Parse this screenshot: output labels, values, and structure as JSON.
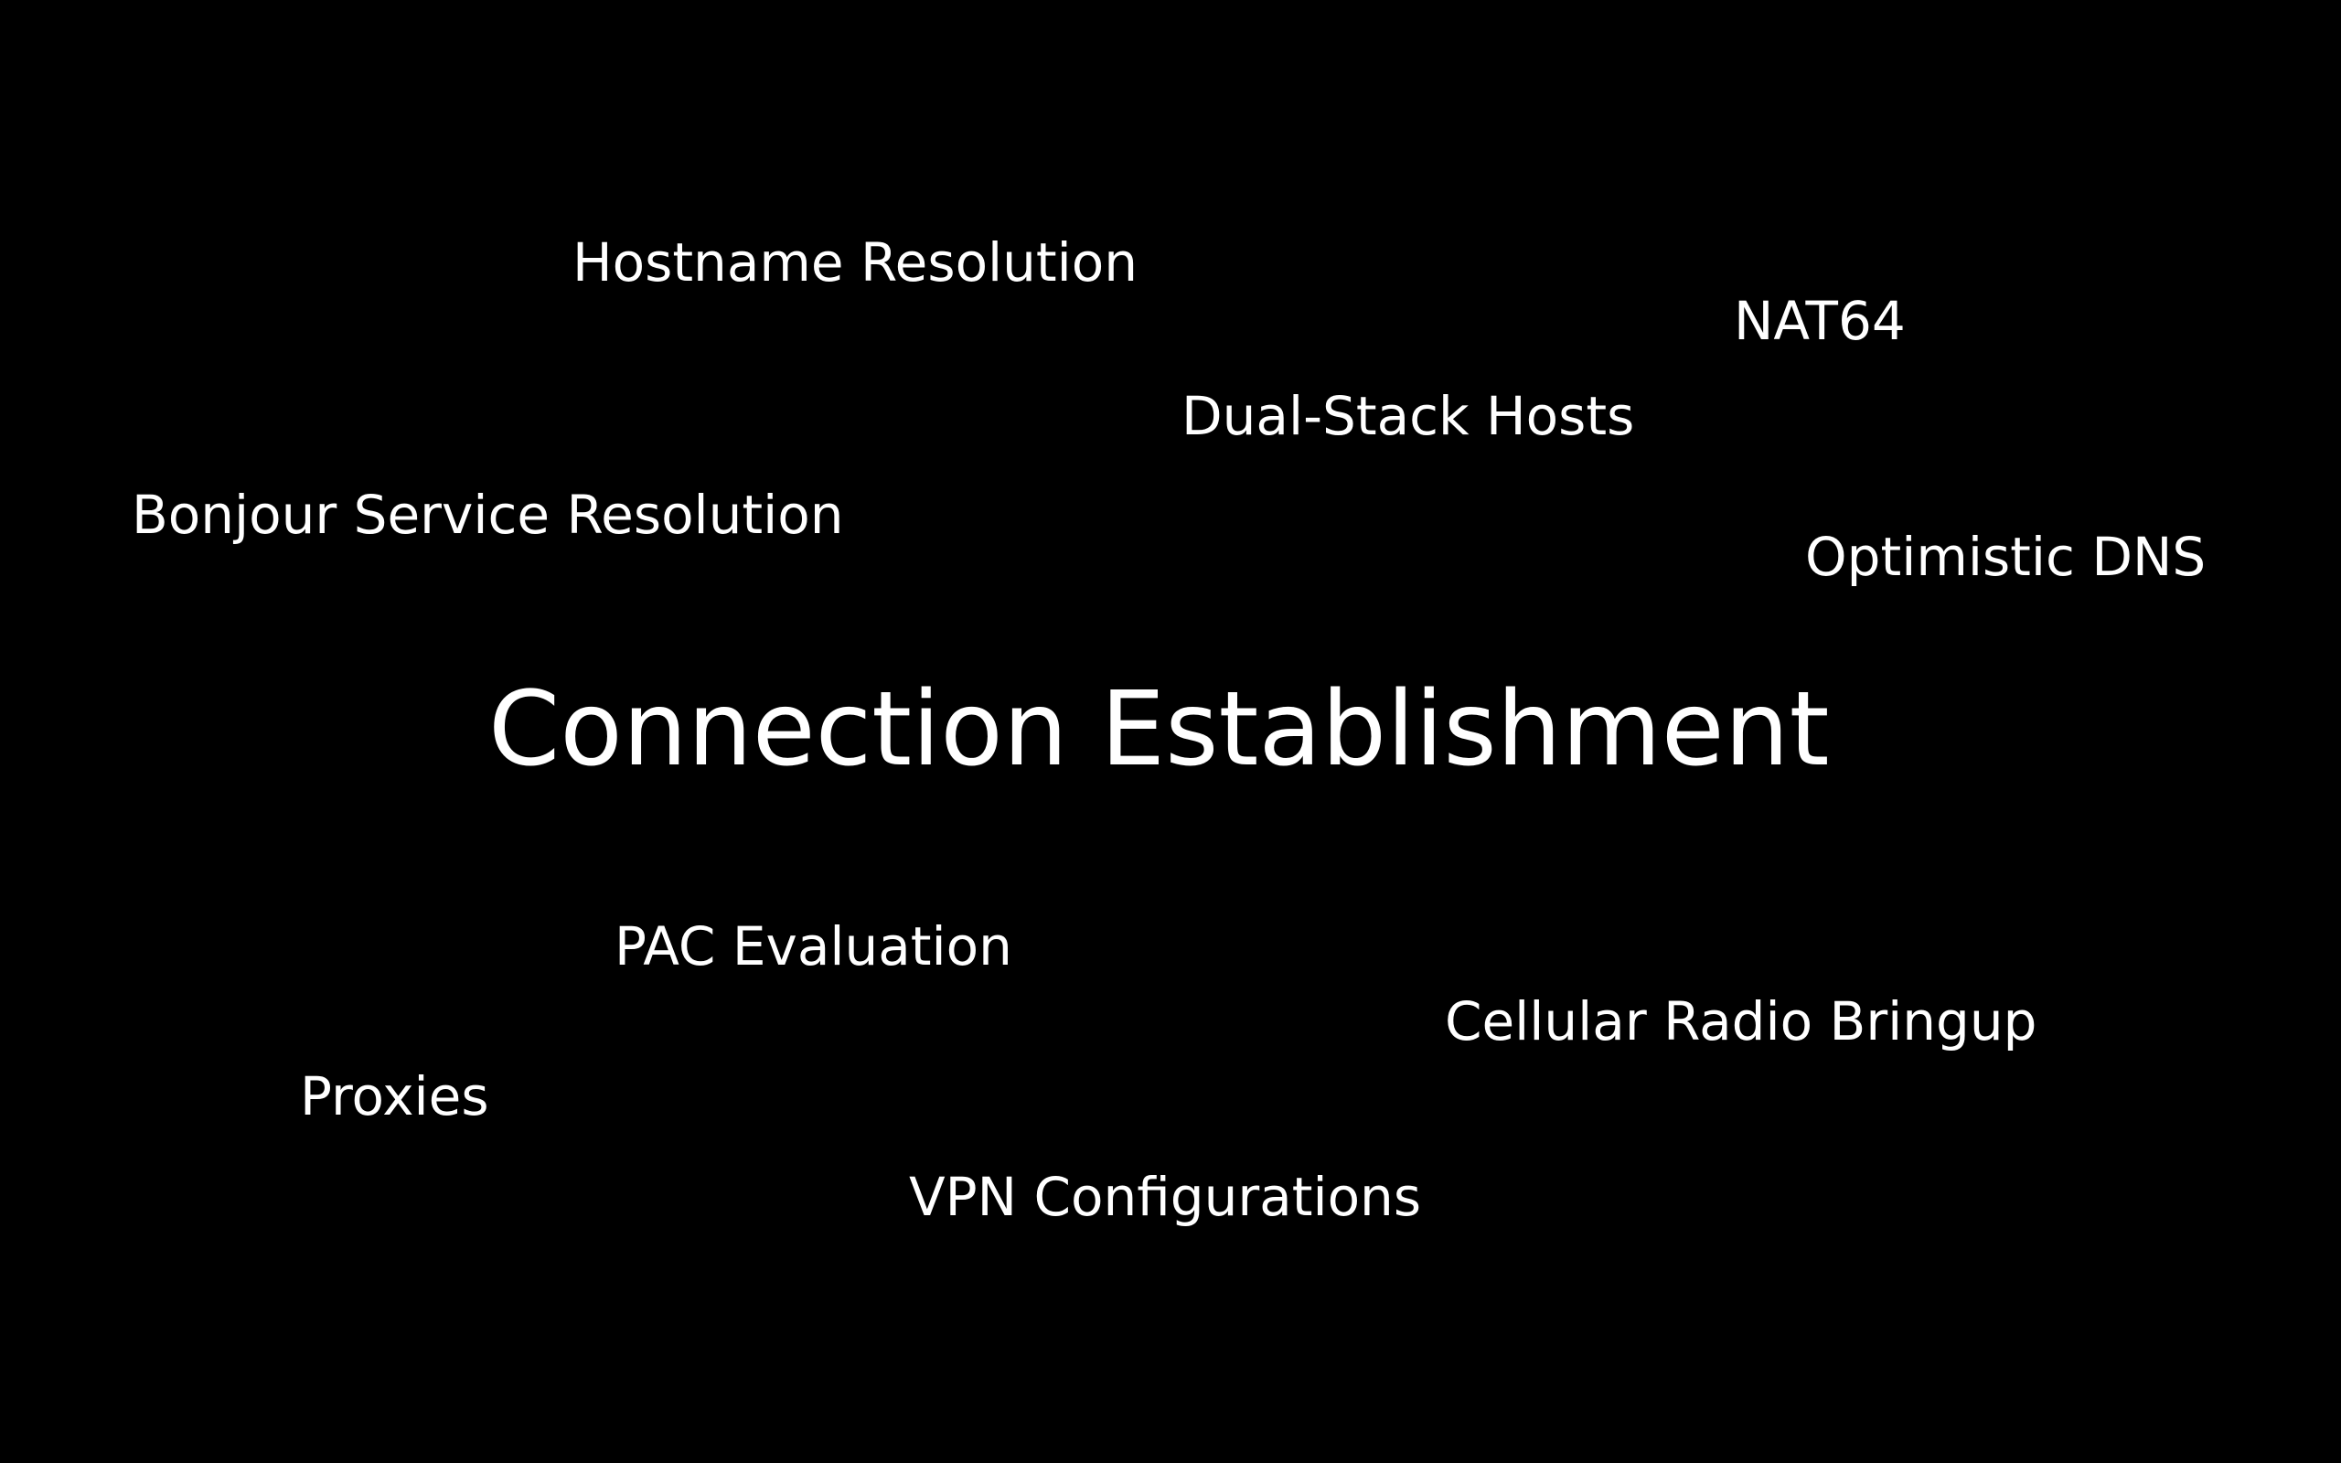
{
  "slide": {
    "title": "Connection Establishment",
    "terms": {
      "hostname_resolution": "Hostname Resolution",
      "nat64": "NAT64",
      "dual_stack_hosts": "Dual-Stack Hosts",
      "bonjour_service_resolution": "Bonjour Service Resolution",
      "optimistic_dns": "Optimistic DNS",
      "pac_evaluation": "PAC Evaluation",
      "cellular_radio_bringup": "Cellular Radio Bringup",
      "proxies": "Proxies",
      "vpn_configurations": "VPN Configurations"
    },
    "colors": {
      "background": "#000000",
      "text": "#ffffff"
    }
  }
}
